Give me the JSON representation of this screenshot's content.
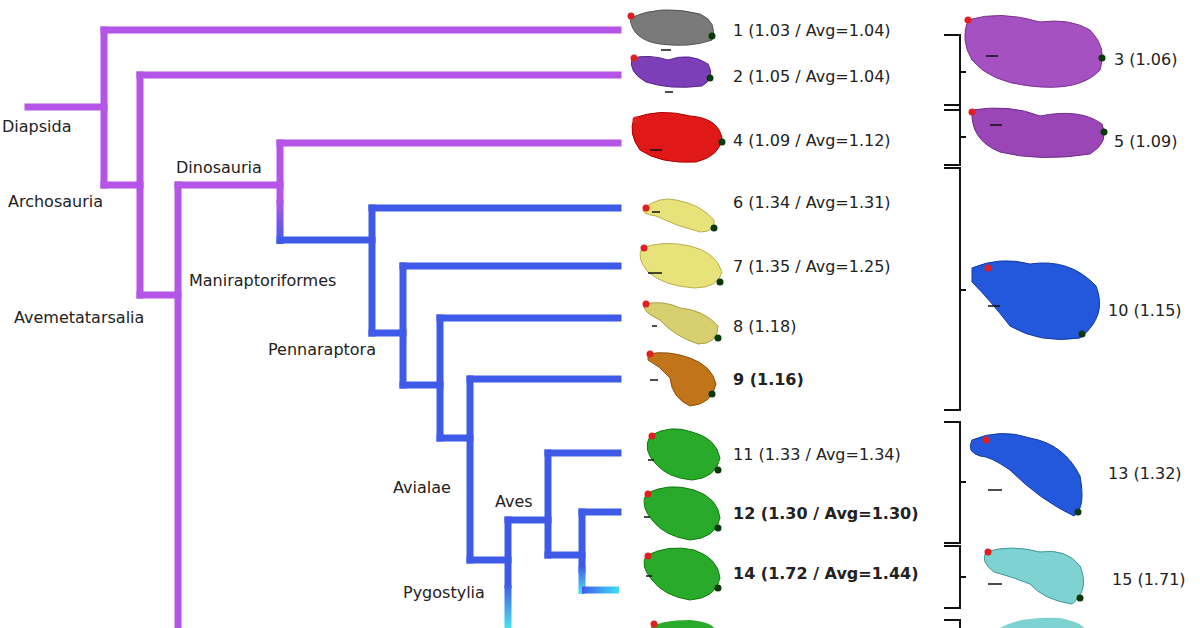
{
  "diagram": {
    "labels": [
      "Diapsida",
      "Archosauria",
      "Dinosauria",
      "Avemetatarsalia",
      "Maniraptoriformes",
      "Pennaraptora",
      "Avialae",
      "Aves",
      "Pygostylia",
      "1 (1.03 / Avg=1.04)",
      "2 (1.05 / Avg=1.04)",
      "3 (1.06)",
      "4 (1.09 / Avg=1.12)",
      "5 (1.09)",
      "6 (1.34 / Avg=1.31)",
      "7 (1.35 / Avg=1.25)",
      "8 (1.18)",
      "9 (1.16)",
      "10 (1.15)",
      "11 (1.33 / Avg=1.34)",
      "12 (1.30 / Avg=1.30)",
      "13 (1.32)",
      "14 (1.72 / Avg=1.44)",
      "15 (1.71)"
    ]
  }
}
